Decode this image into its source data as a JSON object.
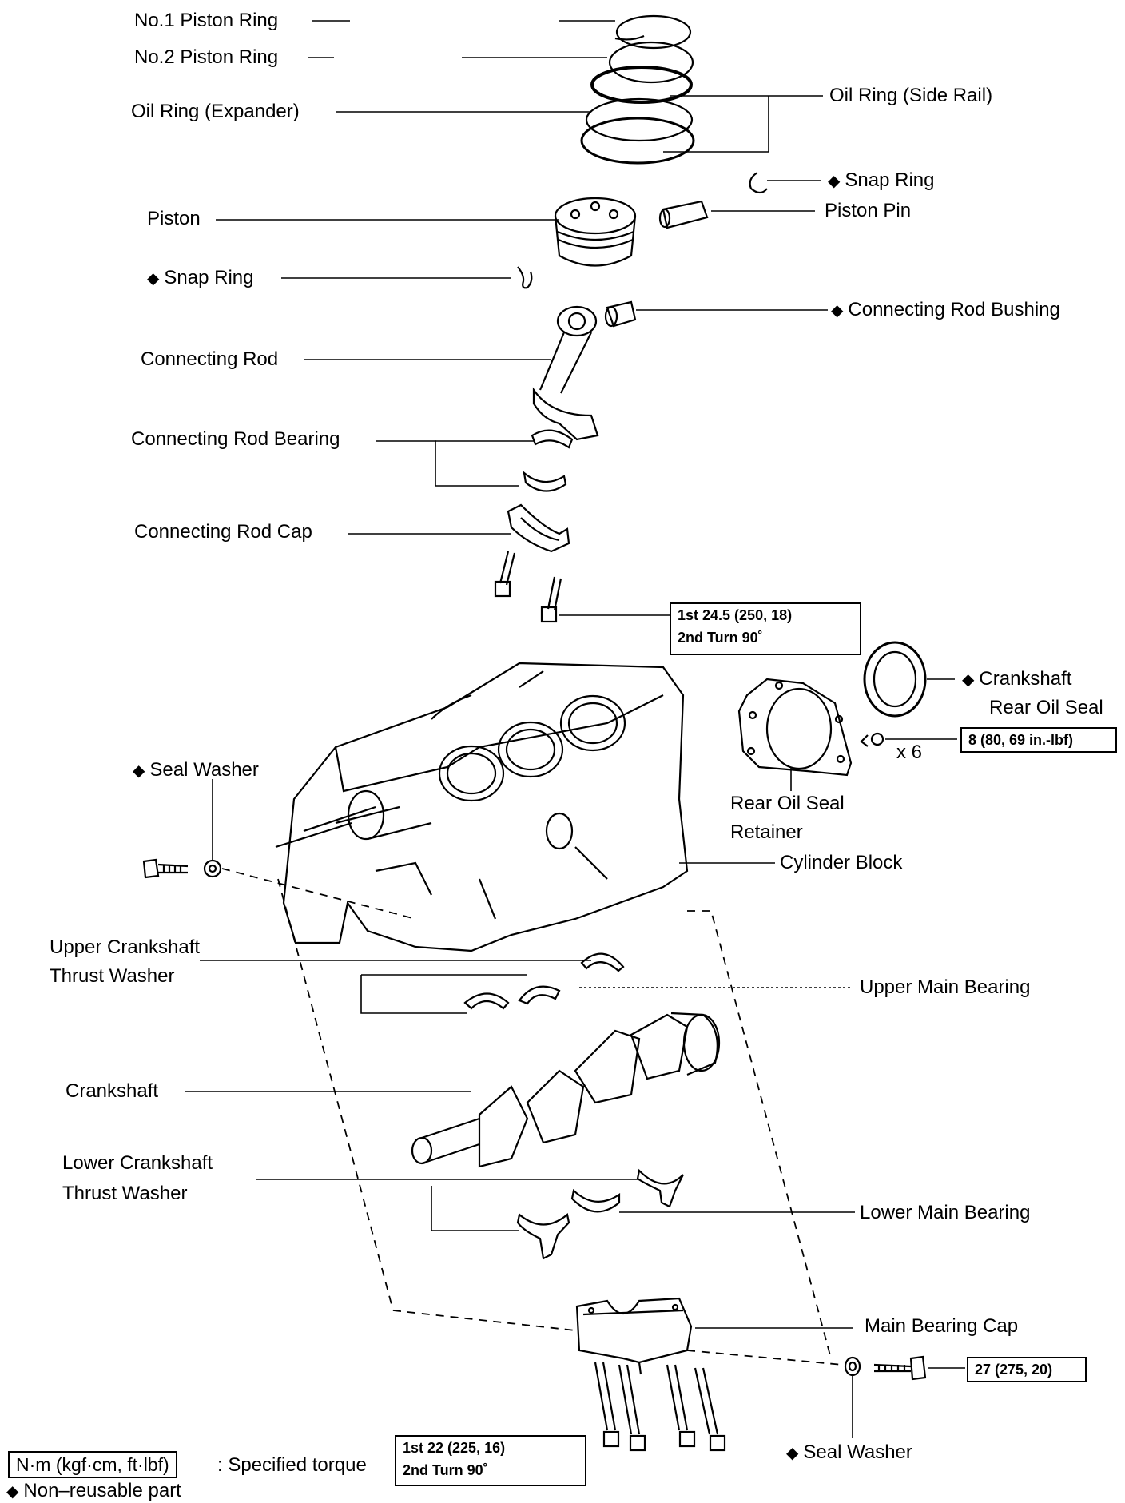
{
  "labels": {
    "no1_piston_ring": "No.1 Piston Ring",
    "no2_piston_ring": "No.2 Piston Ring",
    "oil_ring_expander": "Oil Ring (Expander)",
    "oil_ring_side_rail": "Oil Ring (Side Rail)",
    "snap_ring_upper": "Snap Ring",
    "piston": "Piston",
    "piston_pin": "Piston Pin",
    "snap_ring_lower": "Snap Ring",
    "connecting_rod_bushing": "Connecting Rod Bushing",
    "connecting_rod": "Connecting Rod",
    "connecting_rod_bearing": "Connecting Rod Bearing",
    "connecting_rod_cap": "Connecting Rod Cap",
    "crankshaft_rear_oil_seal_1": "Crankshaft",
    "crankshaft_rear_oil_seal_2": "Rear Oil Seal",
    "bolt_count": "x 6",
    "rear_oil_seal_retainer_1": "Rear Oil Seal",
    "rear_oil_seal_retainer_2": "Retainer",
    "seal_washer_upper": "Seal Washer",
    "cylinder_block": "Cylinder Block",
    "upper_thrust_washer_1": "Upper Crankshaft",
    "upper_thrust_washer_2": "Thrust Washer",
    "upper_main_bearing": "Upper Main Bearing",
    "crankshaft": "Crankshaft",
    "lower_thrust_washer_1": "Lower Crankshaft",
    "lower_thrust_washer_2": "Thrust Washer",
    "lower_main_bearing": "Lower Main Bearing",
    "main_bearing_cap": "Main Bearing Cap",
    "seal_washer_lower": "Seal Washer"
  },
  "torque": {
    "rod_cap_1": "1st   24.5 (250, 18)",
    "rod_cap_2": "2nd  Turn 90˚",
    "retainer_bolt": "8 (80, 69 in.-lbf)",
    "side_bolt": "27 (275, 20)",
    "main_cap_1": "1st   22 (225, 16)",
    "main_cap_2": "2nd  Turn 90˚"
  },
  "legend": {
    "unit_box": "N·m (kgf·cm, ft·lbf)",
    "unit_text": ": Specified torque",
    "nonreusable_symbol": "◆",
    "nonreusable_text": "Non–reusable part"
  }
}
